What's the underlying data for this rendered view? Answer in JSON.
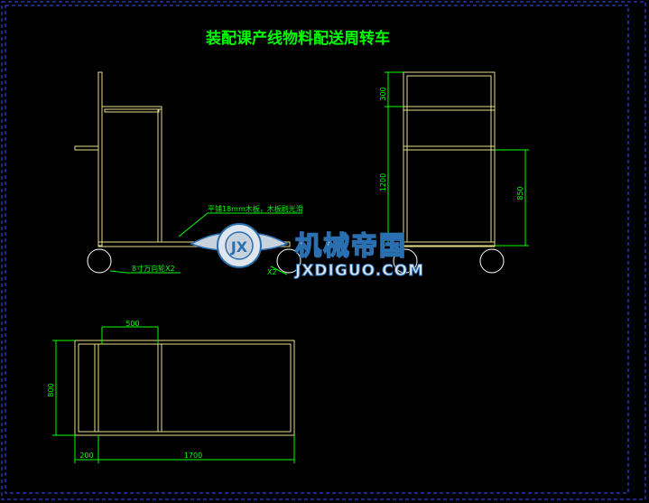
{
  "drawing": {
    "title": "装配课产线物料配送周转车",
    "annotations": {
      "board_note": "平铺18mm木板，木板刷光滑",
      "caster_note": "8寸万向轮X2",
      "caster_note_2": "X2"
    },
    "dimensions": {
      "top_gap": "300",
      "frame_height": "1200",
      "platform_height": "850",
      "top_offset": "500",
      "plan_depth": "800",
      "plan_end": "200",
      "plan_length": "1700"
    },
    "watermark": {
      "logo_text": "JX",
      "brand_cn": "机械帝国",
      "brand_url": "JXDIGUO.COM"
    }
  },
  "colors": {
    "background": "#000000",
    "frame_line": "#e6dc8c",
    "dimension_line": "#00ff00",
    "title_text": "#00ff00",
    "border_dash": "#3a4cff",
    "watermark_fill": "#c8d2dc",
    "watermark_stroke": "#2a6fb0"
  }
}
